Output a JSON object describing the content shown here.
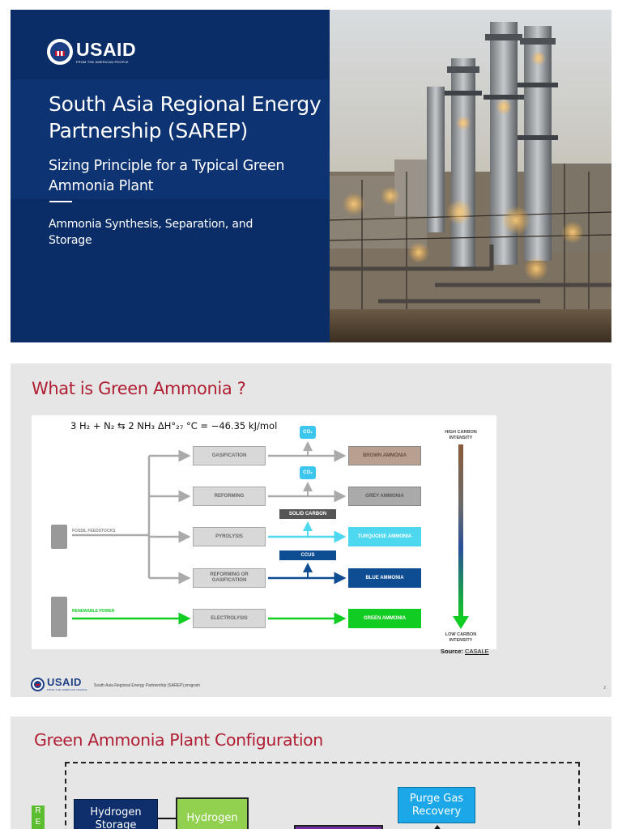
{
  "slide1": {
    "logo": {
      "word": "USAID",
      "tagline": "FROM THE AMERICAN PEOPLE"
    },
    "title": "South Asia Regional Energy Partnership (SAREP)",
    "subtitle": "Sizing Principle for a Typical Green Ammonia Plant",
    "section": "Ammonia Synthesis, Separation, and Storage",
    "photo_icon": "industrial-plant-photo"
  },
  "slide2": {
    "title": "What is Green Ammonia ?",
    "equation": "3 H₂ + N₂ ⇆ 2 NH₃   ΔH°₂₇ °C = −46.35 kJ/mol",
    "feedstocks": {
      "fossil": "FOSSIL FEEDSTOCKS",
      "renewable": "RENEWABLE POWER"
    },
    "processes": [
      "GASIFICATION",
      "REFORMING",
      "PYROLYSIS",
      "REFORMING OR GASIFICATION",
      "ELECTROLYSIS"
    ],
    "products": [
      "BROWN AMMONIA",
      "GREY AMMONIA",
      "TURQUOISE AMMONIA",
      "BLUE AMMONIA",
      "GREEN AMMONIA"
    ],
    "byproducts": {
      "co2_1": "CO₂",
      "co2_2": "CO₂",
      "solid_carbon": "SOLID CARBON",
      "ccus": "CCUS"
    },
    "intensity_high": "HIGH CARBON INTENSITY",
    "intensity_low": "LOW CARBON INTENSITY",
    "source_label": "Source:",
    "source_name": "CASALE",
    "footer_logo": {
      "word": "USAID",
      "tagline": "FROM THE AMERICAN PEOPLE"
    },
    "footer_text": "South Asia Regional Energy Partnership (SAREP) program",
    "page_number": "2",
    "colors": {
      "brown": "#b8a090",
      "grey": "#aaaaaa",
      "turquoise": "#4dd8f0",
      "blue": "#0f4d93",
      "green": "#11cc22"
    }
  },
  "slide3": {
    "title": "Green Ammonia Plant Configuration",
    "boxes": {
      "hydrogen_storage": "Hydrogen Storage",
      "hydrogen": "Hydrogen",
      "purge_gas": "Purge Gas Recovery"
    },
    "re_strip": "R E"
  }
}
